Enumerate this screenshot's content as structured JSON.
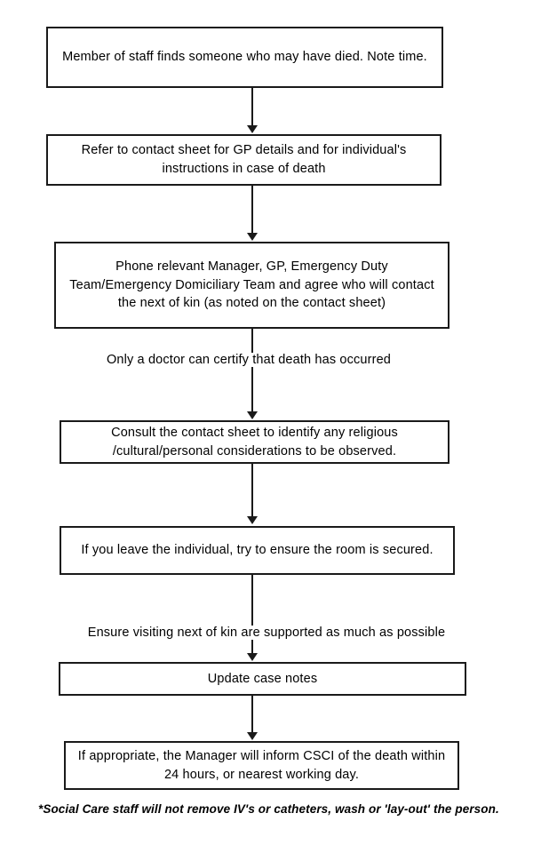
{
  "document": {
    "title": "Death of an individual - staff procedure flowchart",
    "background_color": "#ffffff",
    "line_color": "#1a1a1a"
  },
  "flowchart": {
    "type": "flowchart",
    "orientation": "top-to-bottom",
    "nodes": [
      {
        "id": "node-1",
        "name": "find-person-box",
        "text": "Member of staff finds someone who may have died. Note time.",
        "shape": "rectangle"
      },
      {
        "id": "node-2",
        "name": "refer-contact-sheet-box",
        "text": "Refer to contact sheet for GP details and for individual's instructions in case of death",
        "shape": "rectangle"
      },
      {
        "id": "node-3",
        "name": "phone-manager-box",
        "text": "Phone relevant Manager, GP, Emergency Duty Team/Emergency Domiciliary Team and agree who will contact the next of kin (as noted on the contact sheet)",
        "shape": "rectangle"
      },
      {
        "id": "node-4",
        "name": "religious-considerations-box",
        "text": "Consult the contact sheet to identify any religious /cultural/personal considerations to be observed.",
        "shape": "rectangle"
      },
      {
        "id": "node-5",
        "name": "secure-room-box",
        "text": "If you leave the individual, try to ensure the room is secured.",
        "shape": "rectangle"
      },
      {
        "id": "node-6",
        "name": "update-case-notes-box",
        "text": "Update case notes",
        "shape": "rectangle"
      },
      {
        "id": "node-7",
        "name": "inform-csci-box",
        "text": "If appropriate, the Manager will inform CSCI of the death within 24 hours, or nearest working day.",
        "shape": "rectangle"
      }
    ],
    "annotations": [
      {
        "id": "note-1",
        "name": "doctor-certify-note",
        "text": "Only a doctor can certify that death has occurred",
        "between": [
          "node-3",
          "node-4"
        ]
      },
      {
        "id": "note-2",
        "name": "support-next-of-kin-note",
        "text": "Ensure visiting next of kin are supported as much as possible",
        "between": [
          "node-5",
          "node-6"
        ]
      }
    ],
    "edges": [
      {
        "from": "node-1",
        "to": "node-2",
        "style": "arrow"
      },
      {
        "from": "node-2",
        "to": "node-3",
        "style": "arrow"
      },
      {
        "from": "node-3",
        "to": "node-4",
        "style": "arrow"
      },
      {
        "from": "node-4",
        "to": "node-5",
        "style": "arrow"
      },
      {
        "from": "node-5",
        "to": "node-6",
        "style": "arrow"
      },
      {
        "from": "node-6",
        "to": "node-7",
        "style": "arrow"
      }
    ]
  },
  "footnote": {
    "text": "*Social Care staff will not remove IV's or catheters, wash or 'lay-out' the person."
  }
}
